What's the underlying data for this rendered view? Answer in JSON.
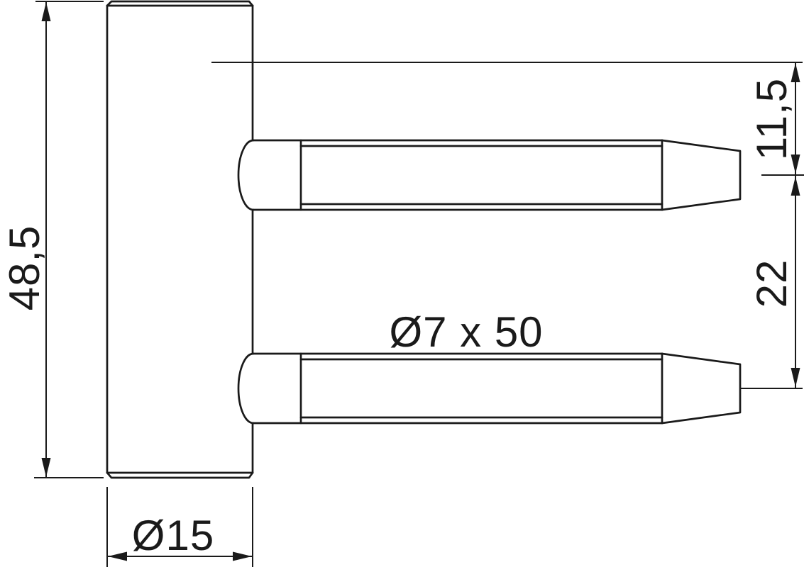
{
  "drawing": {
    "type": "technical-dimension-drawing",
    "subject": "door hinge frame part with two fixing pins, side view",
    "colors": {
      "line": "#1a1a1a",
      "background": "#ffffff"
    },
    "labels": {
      "overall_height": "48,5",
      "body_diameter": "Ø15",
      "pin_dimensions": "Ø7 x 50",
      "top_to_first_pin_center": "11,5",
      "pin_center_spacing": "22"
    }
  }
}
